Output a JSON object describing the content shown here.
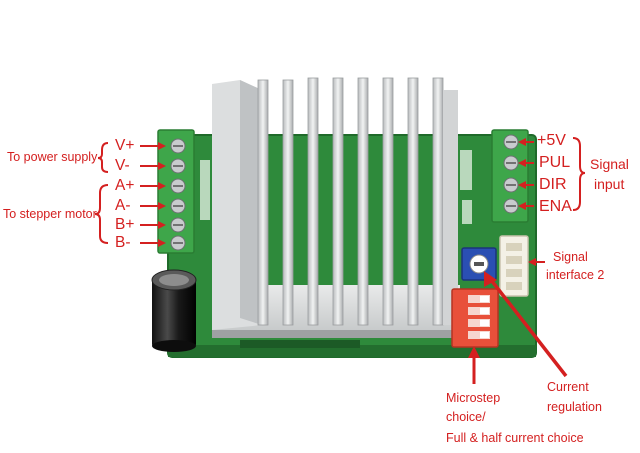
{
  "labels": {
    "to_power_supply": "To power supply",
    "to_stepper_motor": "To stepper motor",
    "pin_vplus": "V+",
    "pin_vminus": "V-",
    "pin_aplus": "A+",
    "pin_aminus": "A-",
    "pin_bplus": "B+",
    "pin_bminus": "B-",
    "pin_5v": "+5V",
    "pin_pul": "PUL",
    "pin_dir": "DIR",
    "pin_ena": "ENA",
    "signal_input_1": "Signal",
    "signal_input_2": "input",
    "signal_interface_1": "Signal",
    "signal_interface_2": "interface 2",
    "microstep_1": "Microstep",
    "microstep_2": "choice/",
    "microstep_3": "Full & half current choice",
    "current_reg_1": "Current",
    "current_reg_2": "regulation"
  },
  "colors": {
    "annotation": "#d42020",
    "pcb": "#2f8a3a",
    "terminal": "#3fa44a",
    "heatsink": "#d9dbdc",
    "dip_switch": "#e8503a",
    "potentiometer": "#2a4fb3"
  }
}
